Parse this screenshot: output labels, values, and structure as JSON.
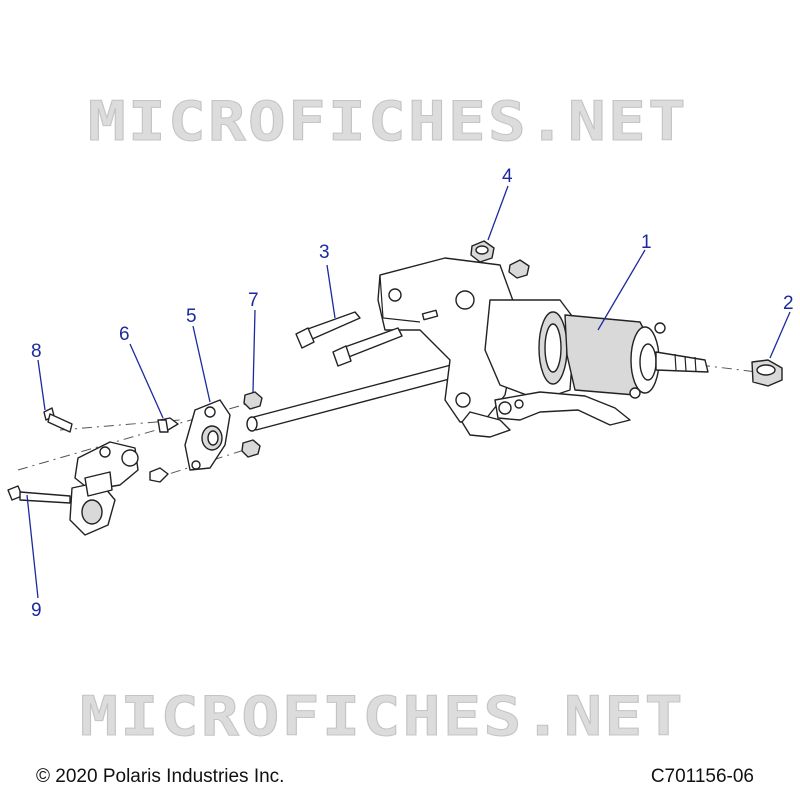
{
  "watermarks": [
    "MICROFICHES.NET",
    "MICROFICHES.NET"
  ],
  "callouts": [
    {
      "id": "c1",
      "label": "1"
    },
    {
      "id": "c2",
      "label": "2"
    },
    {
      "id": "c3",
      "label": "3"
    },
    {
      "id": "c4",
      "label": "4"
    },
    {
      "id": "c5",
      "label": "5"
    },
    {
      "id": "c6",
      "label": "6"
    },
    {
      "id": "c7",
      "label": "7"
    },
    {
      "id": "c8",
      "label": "8"
    },
    {
      "id": "c9",
      "label": "9"
    }
  ],
  "footer": {
    "copyright": "© 2020 Polaris Industries Inc.",
    "figure_id": "C701156-06"
  },
  "colors": {
    "callout": "#1d2a9e",
    "line_art": "#222222",
    "watermark": "#dcdcdc"
  }
}
